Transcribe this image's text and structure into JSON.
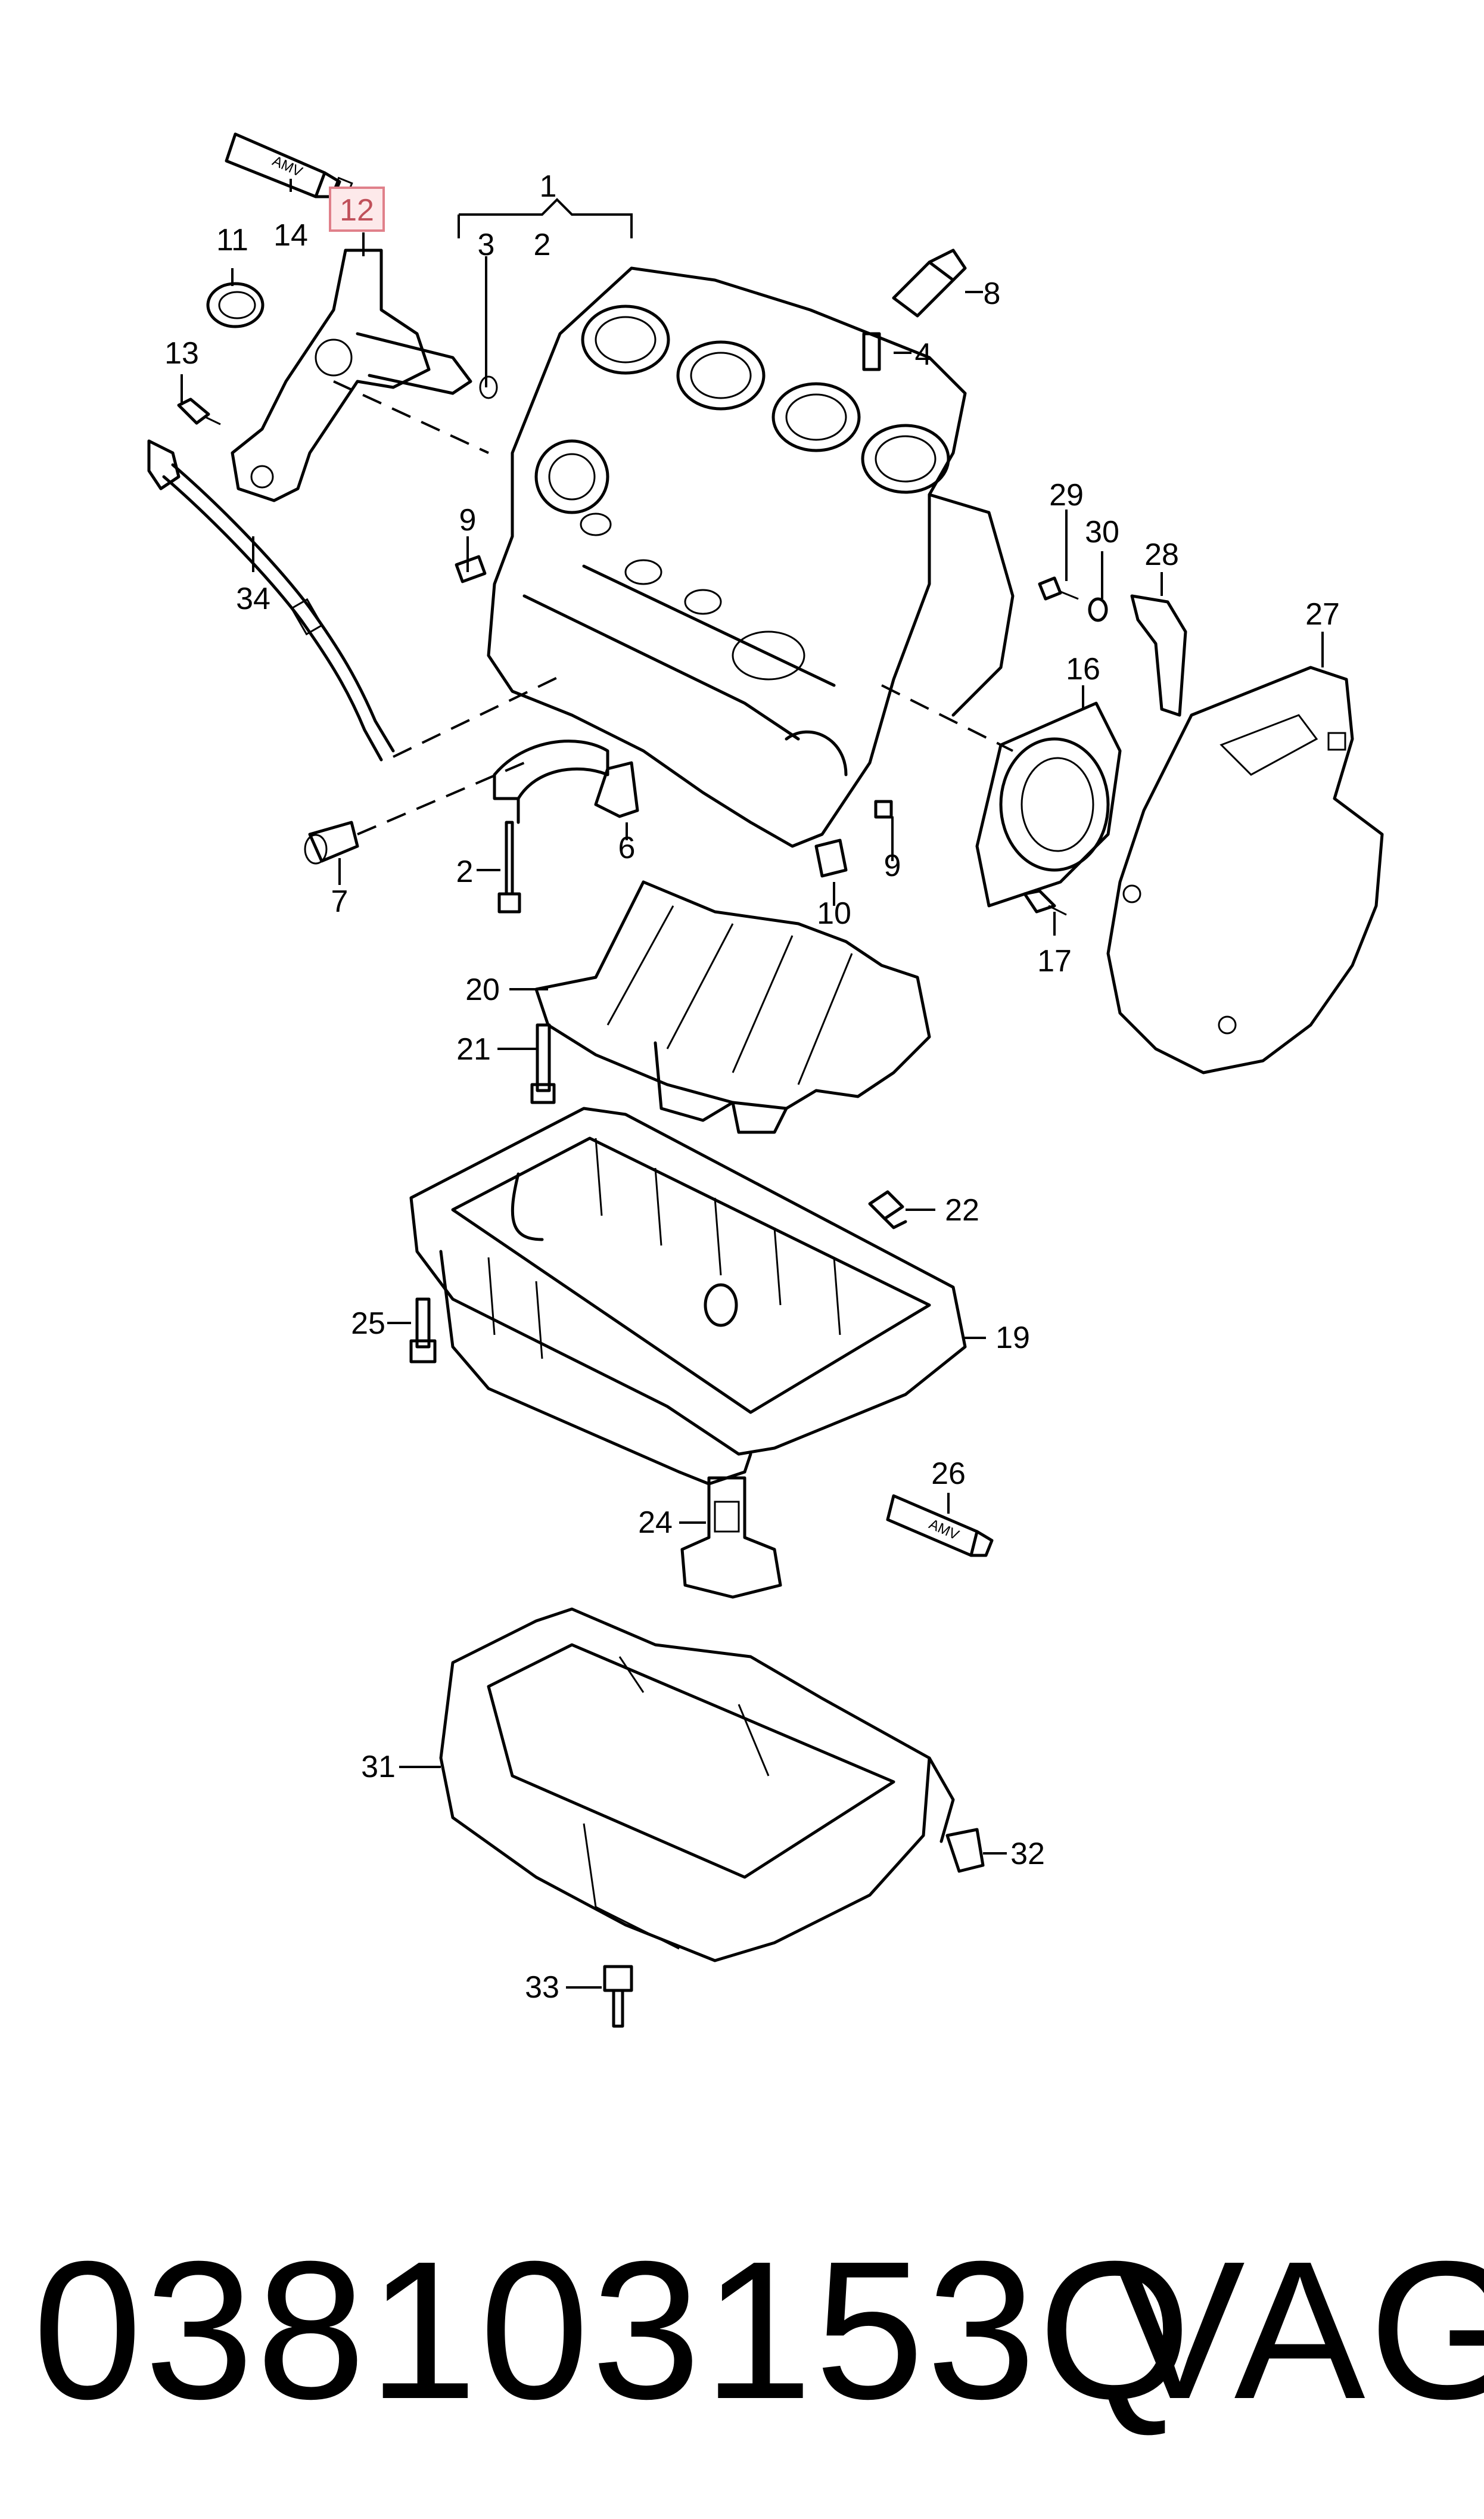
{
  "diagram": {
    "highlighted_callout": "12",
    "callouts": [
      "1",
      "2",
      "2",
      "3",
      "4",
      "6",
      "7",
      "8",
      "9",
      "9",
      "10",
      "11",
      "13",
      "14",
      "16",
      "17",
      "19",
      "20",
      "21",
      "22",
      "24",
      "25",
      "26",
      "27",
      "28",
      "29",
      "30",
      "31",
      "32",
      "33",
      "34"
    ],
    "tube_label": "AMV",
    "tube_label_2": "AMV",
    "colors": {
      "line": "#000000",
      "highlight_fill": "#fde9ea",
      "highlight_stroke": "#e0808a",
      "highlight_text": "#c0505a"
    }
  },
  "footer": {
    "part_number": "038103153Q",
    "brand": "VAG"
  }
}
